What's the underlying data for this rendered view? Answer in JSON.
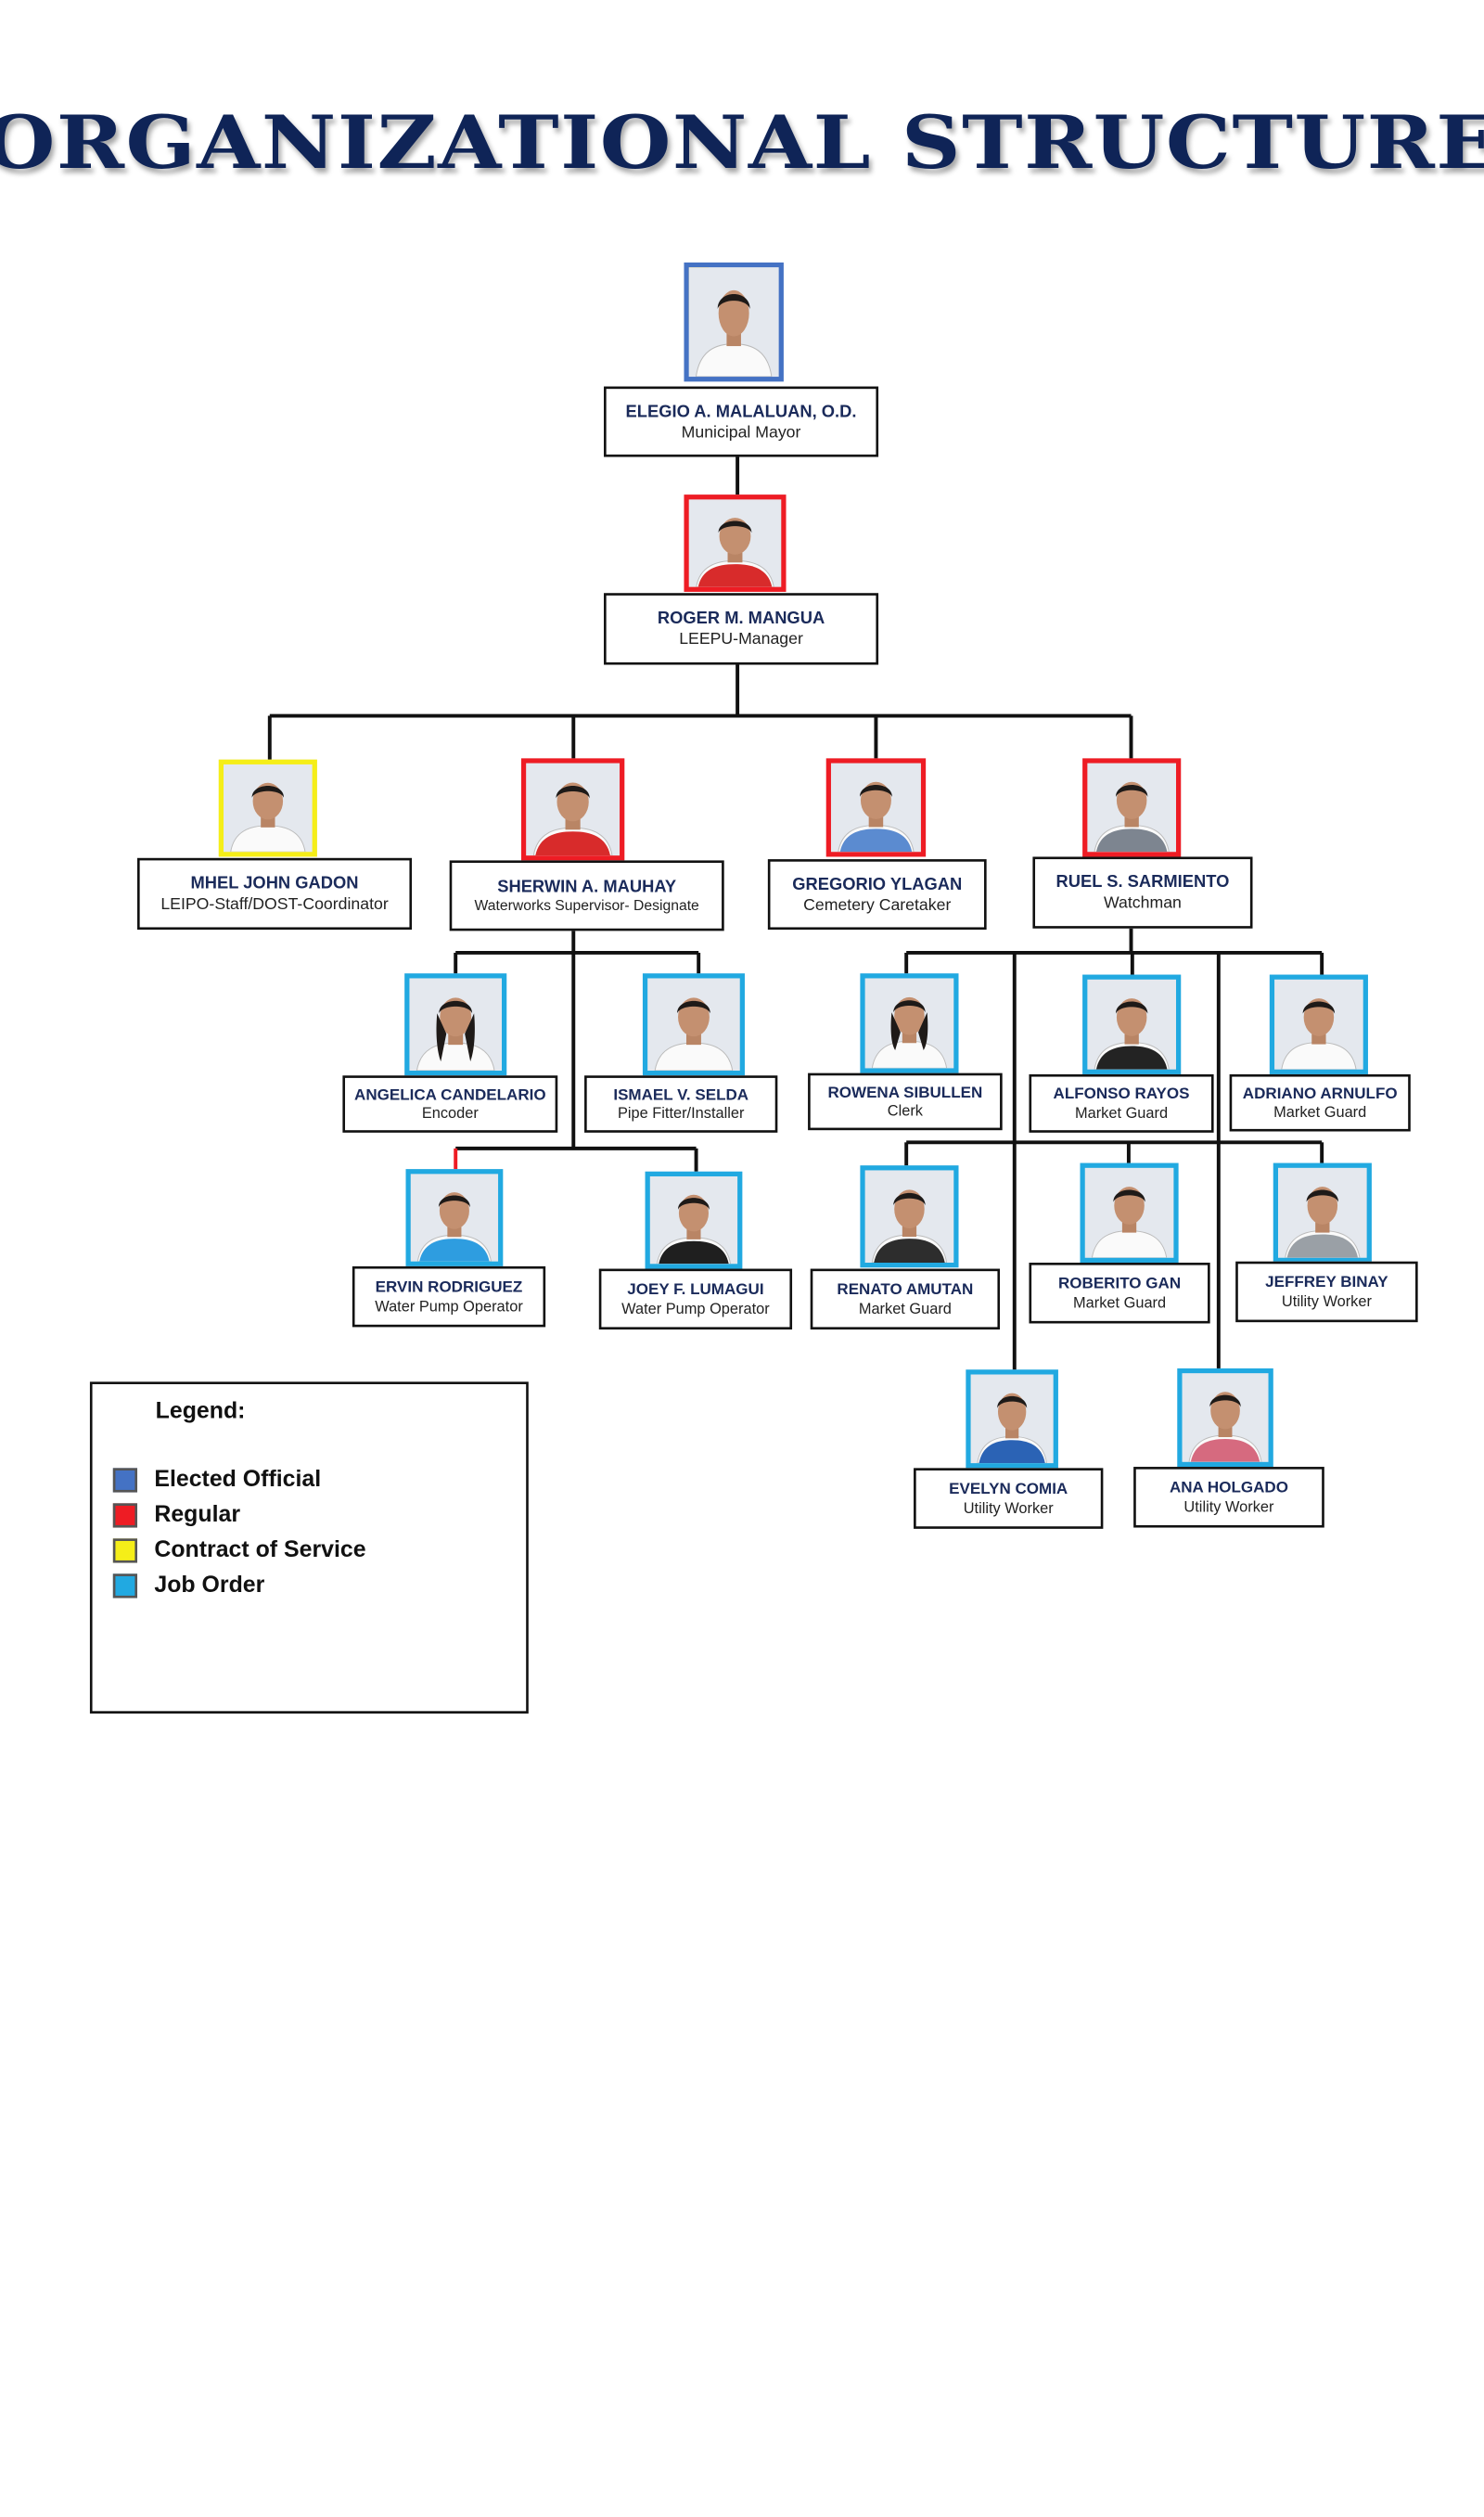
{
  "title": "ORGANIZATIONAL STRUCTURE",
  "colors": {
    "elected": "#4472c4",
    "regular": "#ee1c24",
    "contract": "#f5ee18",
    "joborder": "#21a9e1",
    "title": "#0f2457"
  },
  "people": {
    "mayor": {
      "name": "ELEGIO A. MALALUAN, O.D.",
      "position": "Municipal Mayor",
      "category": "Elected Official"
    },
    "manager": {
      "name": "ROGER M. MANGUA",
      "position": "LEEPU-Manager",
      "category": "Regular"
    },
    "gadon": {
      "name": "MHEL JOHN GADON",
      "position": "LEIPO-Staff/DOST-Coordinator",
      "category": "Contract of Service"
    },
    "mauhay": {
      "name": "SHERWIN A. MAUHAY",
      "position": "Waterworks Supervisor- Designate",
      "category": "Regular"
    },
    "ylagan": {
      "name": "GREGORIO YLAGAN",
      "position": "Cemetery Caretaker",
      "category": "Regular"
    },
    "sarmiento": {
      "name": "RUEL S. SARMIENTO",
      "position": "Watchman",
      "category": "Regular"
    },
    "candelario": {
      "name": "ANGELICA CANDELARIO",
      "position": "Encoder",
      "category": "Job Order"
    },
    "selda": {
      "name": "ISMAEL V. SELDA",
      "position": "Pipe Fitter/Installer",
      "category": "Job Order"
    },
    "rodriguez": {
      "name": "ERVIN RODRIGUEZ",
      "position": "Water Pump Operator",
      "category": "Job Order"
    },
    "lumagui": {
      "name": "JOEY F. LUMAGUI",
      "position": "Water Pump Operator",
      "category": "Job Order"
    },
    "sibullen": {
      "name": "ROWENA SIBULLEN",
      "position": "Clerk",
      "category": "Job Order"
    },
    "rayos": {
      "name": "ALFONSO RAYOS",
      "position": "Market Guard",
      "category": "Job Order"
    },
    "arnulfo": {
      "name": "ADRIANO ARNULFO",
      "position": "Market Guard",
      "category": "Job Order"
    },
    "amutan": {
      "name": "RENATO AMUTAN",
      "position": "Market Guard",
      "category": "Job Order"
    },
    "gan": {
      "name": "ROBERITO GAN",
      "position": "Market Guard",
      "category": "Job Order"
    },
    "binay": {
      "name": "JEFFREY BINAY",
      "position": "Utility Worker",
      "category": "Job Order"
    },
    "comia": {
      "name": "EVELYN COMIA",
      "position": "Utility Worker",
      "category": "Job Order"
    },
    "holgado": {
      "name": "ANA HOLGADO",
      "position": "Utility Worker",
      "category": "Job Order"
    }
  },
  "legend": {
    "title": "Legend:",
    "items": [
      {
        "label": "Elected Official",
        "color": "#4472c4"
      },
      {
        "label": "Regular",
        "color": "#ee1c24"
      },
      {
        "label": "Contract of Service",
        "color": "#f5ee18"
      },
      {
        "label": "Job Order",
        "color": "#21a9e1"
      }
    ]
  }
}
